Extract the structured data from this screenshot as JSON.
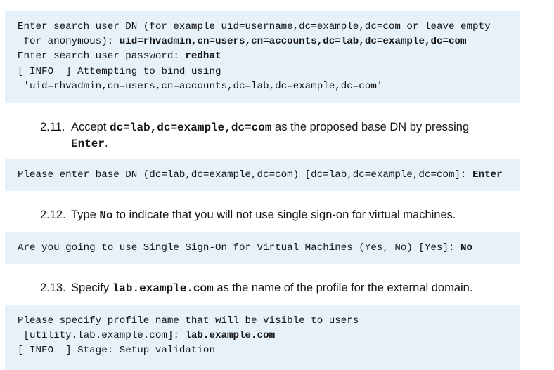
{
  "block1": {
    "l1": "Enter search user DN (for example uid=username,dc=example,dc=com or leave empty",
    "l2_prefix": " for anonymous): ",
    "l2_value": "uid=rhvadmin,cn=users,cn=accounts,dc=lab,dc=example,dc=com",
    "l3_prefix": "Enter search user password: ",
    "l3_value": "redhat",
    "l4": "[ INFO  ] Attempting to bind using",
    "l5": " 'uid=rhvadmin,cn=users,cn=accounts,dc=lab,dc=example,dc=com'"
  },
  "step211": {
    "num": "2.11.",
    "pre": "Accept ",
    "code": "dc=lab,dc=example,dc=com",
    "mid": " as the proposed base DN by pressing",
    "key": "Enter",
    "end": "."
  },
  "block2": {
    "prefix": "Please enter base DN (dc=lab,dc=example,dc=com) [dc=lab,dc=example,dc=com]: ",
    "value": "Enter"
  },
  "step212": {
    "num": "2.12.",
    "pre": "Type ",
    "code": "No",
    "post": " to indicate that you will not use single sign-on for virtual machines."
  },
  "block3": {
    "prefix": "Are you going to use Single Sign-On for Virtual Machines (Yes, No) [Yes]: ",
    "value": "No"
  },
  "step213": {
    "num": "2.13.",
    "pre": "Specify ",
    "code": "lab.example.com",
    "post": " as the name of the profile for the external domain."
  },
  "block4": {
    "l1": "Please specify profile name that will be visible to users",
    "l2_prefix": " [utility.lab.example.com]: ",
    "l2_value": "lab.example.com",
    "l3": "[ INFO  ] Stage: Setup validation"
  }
}
